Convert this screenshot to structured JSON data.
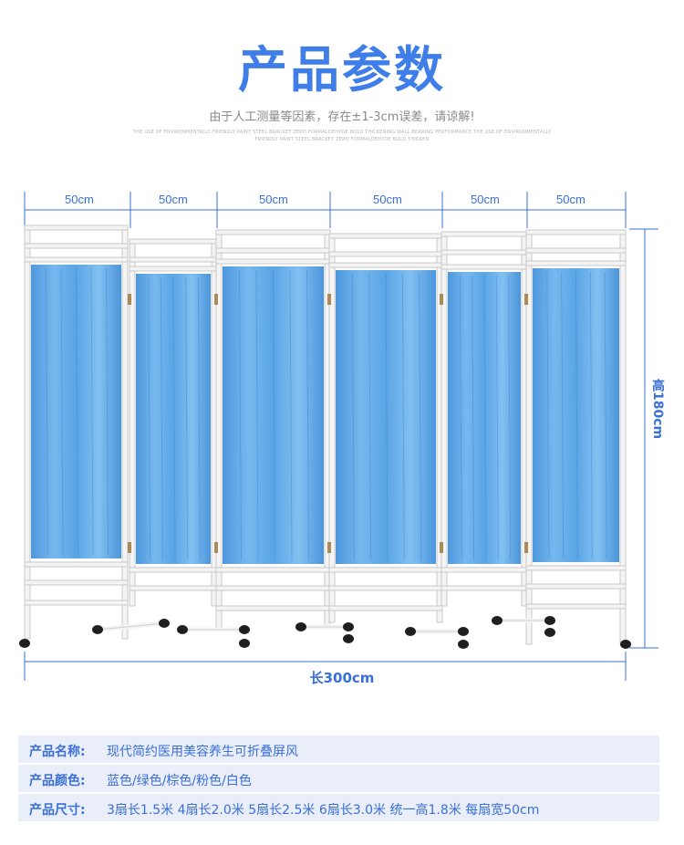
{
  "header": {
    "title": "产品参数",
    "subtitle": "由于人工测量等因素，存在±1-3cm误差，请谅解!",
    "fine_print_1": "THE USE OF ENVIRONMENTALLY FRIENDLY PAINT STEEL BRACKET ZERO FORMALDEHYDE BOLD THICKENING WALL BEARING PERFORMANCE THE USE OF ENVIRONMENTALLY",
    "fine_print_2": "FRIENDLY PAINT STEEL BRACKET ZERO FORMALDEHYDE BOLD THICKEN"
  },
  "dimensions": {
    "panel_widths": [
      "50cm",
      "50cm",
      "50cm",
      "50cm",
      "50cm",
      "50cm"
    ],
    "height": "高180cm",
    "length": "长300cm"
  },
  "product_photo": {
    "icon": "folding-medical-screen-photo",
    "panel_count": 6,
    "curtain_color": "#5aa5e6",
    "frame_color": "#f4f4f4"
  },
  "specs": [
    {
      "label": "产品名称:",
      "value": "现代简约医用美容养生可折叠屏风"
    },
    {
      "label": "产品颜色:",
      "value": "蓝色/绿色/棕色/粉色/白色"
    },
    {
      "label": "产品尺寸:",
      "value": "3扇长1.5米 4扇长2.0米 5扇长2.5米 6扇长3.0米 统一高1.8米 每扇宽50cm"
    }
  ],
  "colors": {
    "accent": "#3a6fd8",
    "title": "#3f7ee9",
    "spec_bg": "#e9eef8"
  }
}
